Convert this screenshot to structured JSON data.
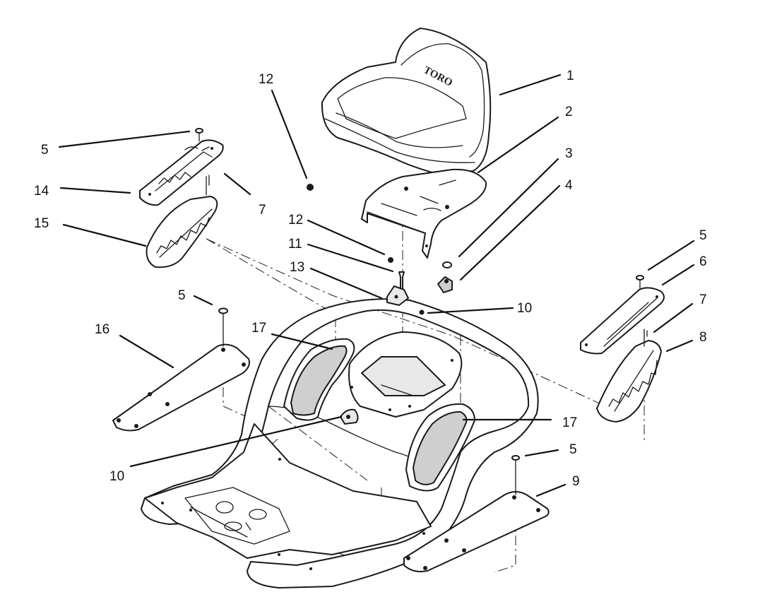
{
  "diagram": {
    "seat_logo": "TORO",
    "callouts": {
      "c1": "1",
      "c2": "2",
      "c3": "3",
      "c4": "4",
      "c5_left_top": "5",
      "c5_left_mid": "5",
      "c5_right_top": "5",
      "c5_right_bottom": "5",
      "c6": "6",
      "c7_left": "7",
      "c7_right": "7",
      "c8": "8",
      "c9": "9",
      "c10_upper": "10",
      "c10_lower": "10",
      "c11": "11",
      "c12_upper": "12",
      "c12_lower": "12",
      "c13": "13",
      "c14": "14",
      "c15": "15",
      "c16": "16",
      "c17_left": "17",
      "c17_right": "17"
    }
  }
}
